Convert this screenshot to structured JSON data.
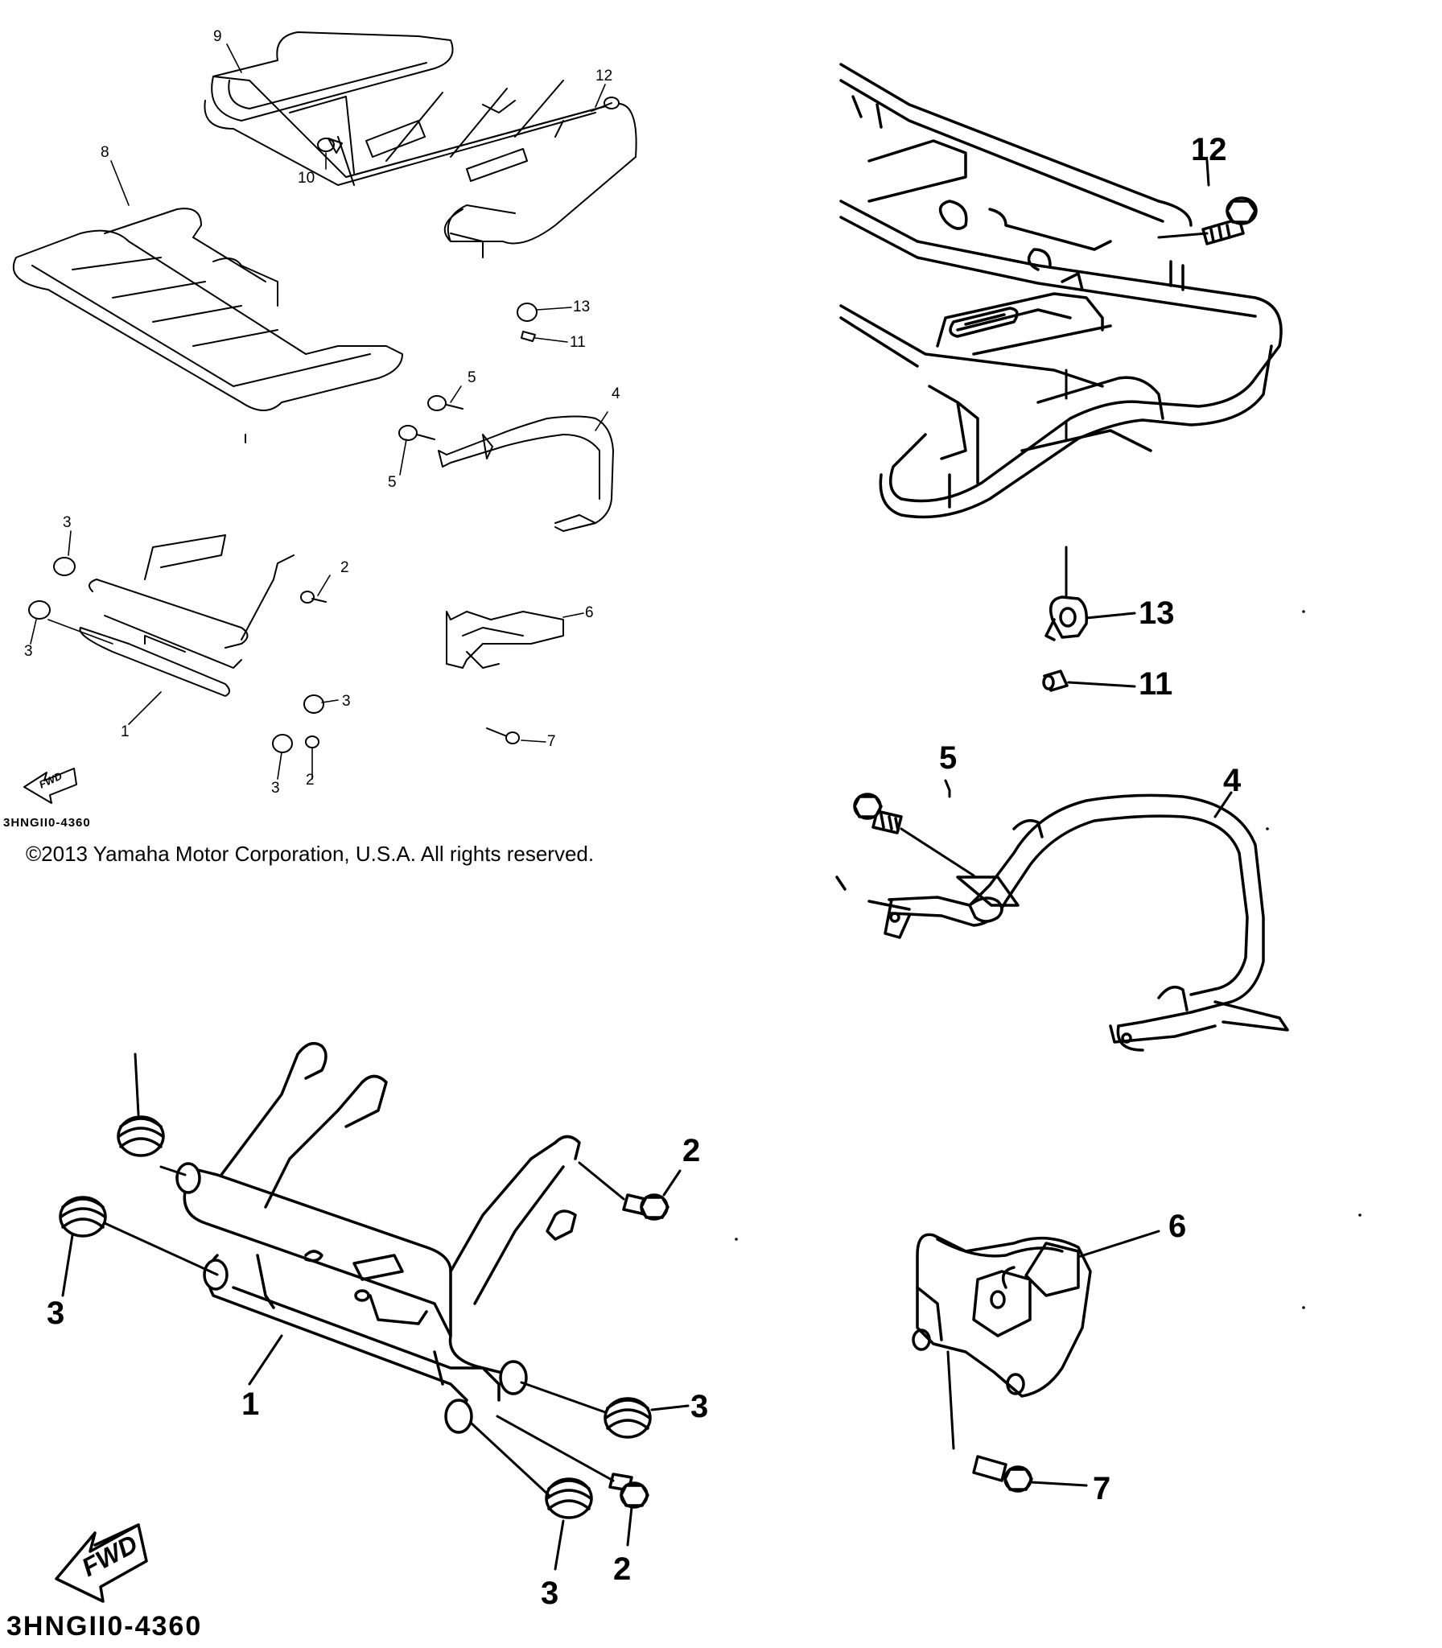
{
  "diagram": {
    "part_numbers": [
      "1",
      "2",
      "3",
      "4",
      "5",
      "6",
      "7",
      "8",
      "9",
      "10",
      "11",
      "12",
      "13"
    ],
    "callouts_small": {
      "n1": "1",
      "n2a": "2",
      "n2b": "2",
      "n3a": "3",
      "n3b": "3",
      "n3c": "3",
      "n3d": "3",
      "n4": "4",
      "n5a": "5",
      "n5b": "5",
      "n6": "6",
      "n7": "7",
      "n8": "8",
      "n9": "9",
      "n10": "10",
      "n11": "11",
      "n12": "12",
      "n13": "13"
    },
    "callouts_zoom": {
      "n12": "12",
      "n13": "13",
      "n11": "11",
      "n5": "5",
      "n4": "4",
      "n2a": "2",
      "n2b": "2",
      "n3a": "3",
      "n3b": "3",
      "n3c": "3",
      "n1": "1",
      "n6": "6",
      "n7": "7"
    },
    "direction_label": "FWD",
    "diagram_code": "3HNGII0-4360",
    "copyright": "©2013 Yamaha Motor Corporation, U.S.A. All rights reserved.",
    "colors": {
      "line": "#000000",
      "background": "#ffffff"
    }
  }
}
